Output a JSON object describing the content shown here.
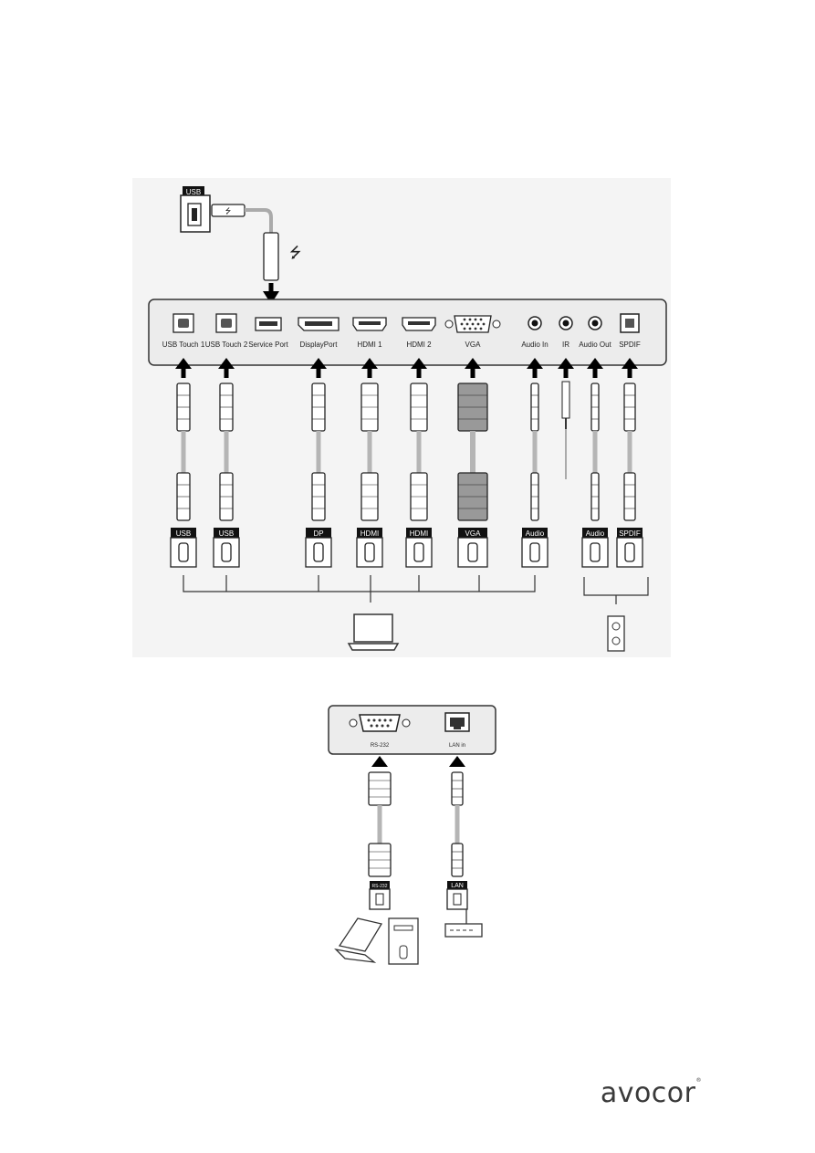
{
  "top_panel": {
    "service_badge": "USB",
    "ports": [
      {
        "name": "usb-touch-1-port",
        "label": "USB Touch 1",
        "kind": "usb-b",
        "badge": "USB"
      },
      {
        "name": "usb-touch-2-port",
        "label": "USB Touch 2",
        "kind": "usb-b",
        "badge": "USB"
      },
      {
        "name": "service-port",
        "label": "Service Port",
        "kind": "usb-a",
        "badge": ""
      },
      {
        "name": "displayport-port",
        "label": "DisplayPort",
        "kind": "dp",
        "badge": "DP"
      },
      {
        "name": "hdmi-1-port",
        "label": "HDMI 1",
        "kind": "hdmi",
        "badge": "HDMI"
      },
      {
        "name": "hdmi-2-port",
        "label": "HDMI 2",
        "kind": "hdmi",
        "badge": "HDMI"
      },
      {
        "name": "vga-port",
        "label": "VGA",
        "kind": "vga",
        "badge": "VGA"
      },
      {
        "name": "audio-in-port",
        "label": "Audio In",
        "kind": "jack",
        "badge": "Audio"
      },
      {
        "name": "ir-port",
        "label": "IR",
        "kind": "jack",
        "badge": ""
      },
      {
        "name": "audio-out-port",
        "label": "Audio Out",
        "kind": "jack",
        "badge": "Audio"
      },
      {
        "name": "spdif-port",
        "label": "SPDIF",
        "kind": "optical",
        "badge": "SPDIF"
      }
    ]
  },
  "bottom_panel": {
    "ports": [
      {
        "name": "rs232-port",
        "label": "RS-232",
        "kind": "db9",
        "badge": "RS-232"
      },
      {
        "name": "lan-port",
        "label": "LAN in",
        "kind": "rj45",
        "badge": "LAN"
      }
    ]
  },
  "brand": {
    "name": "avocor",
    "mark": "®"
  }
}
